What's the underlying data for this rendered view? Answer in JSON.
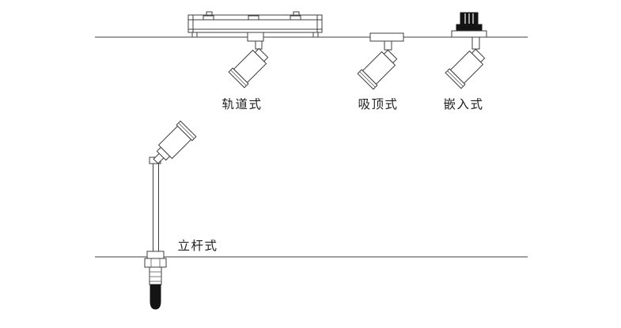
{
  "page": {
    "background": "#ffffff",
    "line_color": "#3f3f3f",
    "dark_fill": "#141414",
    "text_color": "#1f1f1f"
  },
  "labels": {
    "track": "轨道式",
    "ceiling": "吸顶式",
    "recessed": "嵌入式",
    "pole": "立杆式"
  }
}
